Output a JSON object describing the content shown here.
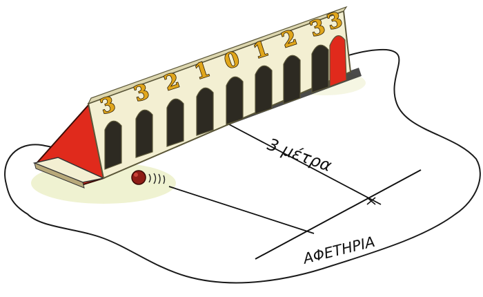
{
  "illustration": {
    "slot_scores": [
      "3",
      "3",
      "2",
      "1",
      "0",
      "1",
      "2",
      "3",
      "3"
    ],
    "distance_label": "3 μέτρα",
    "start_line_label": "ΑΦΕΤΗΡΙΑ",
    "colors": {
      "board_face": "#f3efd2",
      "board_shadow": "#c9c4a0",
      "red_panel": "#e02a1c",
      "score_digit": "#e0a61c",
      "ball": "#8f1d16",
      "ground_outline": "#1a1a1a"
    }
  }
}
